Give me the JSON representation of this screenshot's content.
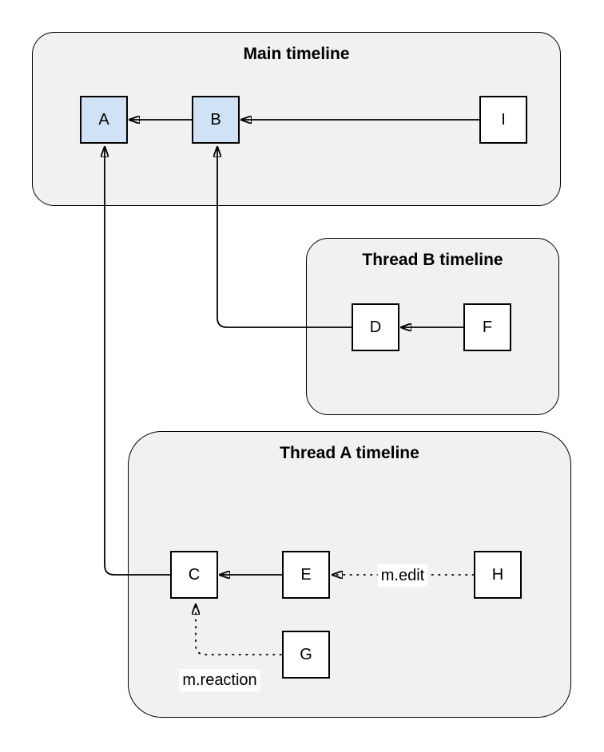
{
  "diagram": {
    "containers": [
      {
        "title": "Main timeline"
      },
      {
        "title": "Thread B timeline"
      },
      {
        "title": "Thread A timeline"
      }
    ],
    "nodes": [
      {
        "label": "A",
        "fill": "#d0e2f6",
        "container": "Main timeline"
      },
      {
        "label": "B",
        "fill": "#d0e2f6",
        "container": "Main timeline"
      },
      {
        "label": "I",
        "fill": "#ffffff",
        "container": "Main timeline"
      },
      {
        "label": "D",
        "fill": "#ffffff",
        "container": "Thread B timeline"
      },
      {
        "label": "F",
        "fill": "#ffffff",
        "container": "Thread B timeline"
      },
      {
        "label": "C",
        "fill": "#ffffff",
        "container": "Thread A timeline"
      },
      {
        "label": "E",
        "fill": "#ffffff",
        "container": "Thread A timeline"
      },
      {
        "label": "H",
        "fill": "#ffffff",
        "container": "Thread A timeline"
      },
      {
        "label": "G",
        "fill": "#ffffff",
        "container": "Thread A timeline"
      }
    ],
    "edges": [
      {
        "from": "B",
        "to": "A",
        "style": "solid",
        "label": ""
      },
      {
        "from": "I",
        "to": "B",
        "style": "solid",
        "label": ""
      },
      {
        "from": "F",
        "to": "D",
        "style": "solid",
        "label": ""
      },
      {
        "from": "D",
        "to": "B",
        "style": "solid",
        "label": ""
      },
      {
        "from": "E",
        "to": "C",
        "style": "solid",
        "label": ""
      },
      {
        "from": "C",
        "to": "A",
        "style": "solid",
        "label": ""
      },
      {
        "from": "H",
        "to": "E",
        "style": "dotted",
        "label": "m.edit"
      },
      {
        "from": "G",
        "to": "C",
        "style": "dotted",
        "label": "m.reaction"
      }
    ],
    "colors": {
      "background": "#ffffff",
      "container_fill": "#f1f1f1",
      "container_stroke": "#000000",
      "node_fill": "#ffffff",
      "node_highlight_fill": "#d0e2f6",
      "node_stroke": "#000000",
      "edge_color": "#000000",
      "edge_label_background": "#ffffff"
    }
  }
}
